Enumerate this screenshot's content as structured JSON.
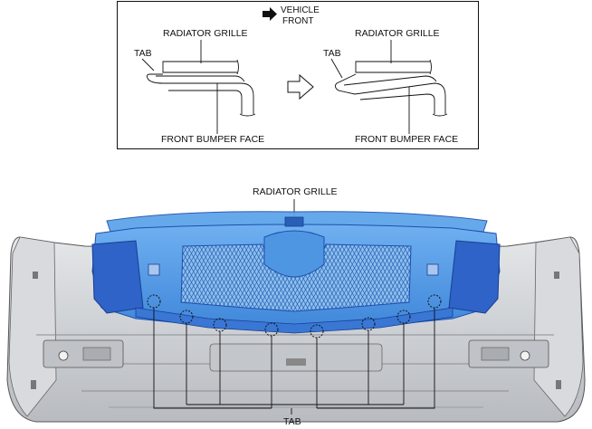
{
  "inset": {
    "direction_label": [
      "VEHICLE",
      "FRONT"
    ],
    "before": {
      "tab": "TAB",
      "radiator_grille": "RADIATOR GRILLE",
      "front_bumper_face": "FRONT BUMPER FACE"
    },
    "after": {
      "tab": "TAB",
      "radiator_grille": "RADIATOR GRILLE",
      "front_bumper_face": "FRONT BUMPER FACE"
    },
    "transition_icon": "hollow-arrow-right-icon",
    "direction_icon": "solid-arrow-right-icon"
  },
  "main": {
    "radiator_grille": "RADIATOR GRILLE",
    "tab": "TAB",
    "tab_callout_count": 8
  },
  "colors": {
    "grille_blue": "#4a90e0",
    "grille_dark_blue": "#2050c0",
    "bumper_gray": "#cfd2d6"
  }
}
